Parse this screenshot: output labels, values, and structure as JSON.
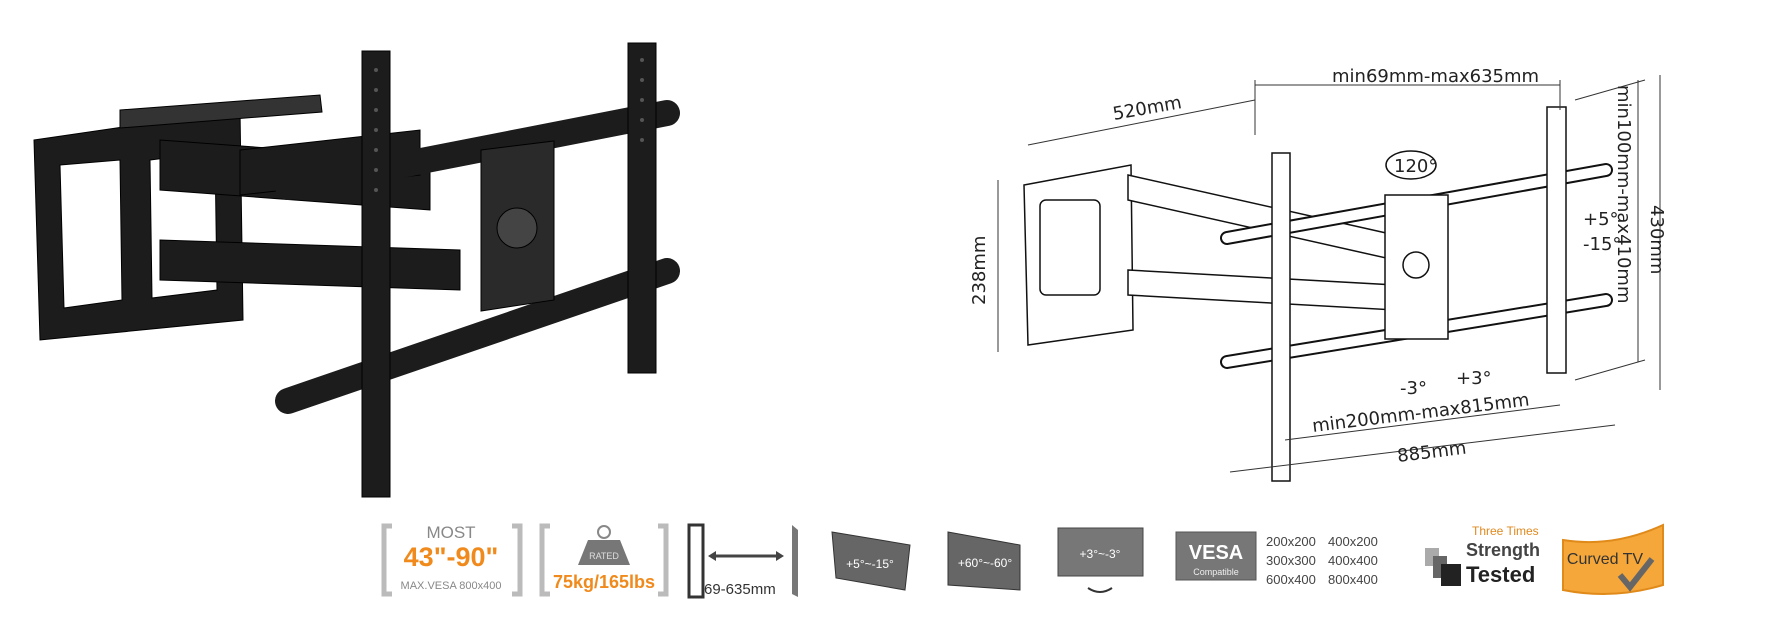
{
  "diagram": {
    "offset_range": "min69mm-max635mm",
    "arm_length": "520mm",
    "wall_plate_height": "238mm",
    "rail_height": "430mm",
    "rail_vesa_range": "min100mm-max410mm",
    "swivel_angle": "120°",
    "tilt_up": "+5°",
    "tilt_down": "-15°",
    "level_minus": "-3°",
    "level_plus": "+3°",
    "bar_vesa_range": "min200mm-max815mm",
    "bar_width": "885mm"
  },
  "features": {
    "screen_size": {
      "top": "MOST",
      "range": "43\"-90\"",
      "bottom": "MAX.VESA 800x400"
    },
    "load": {
      "badge": "RATED",
      "value": "75kg/165lbs"
    },
    "extension": {
      "label": "69-635mm"
    },
    "tilt": {
      "label": "+5°~-15°"
    },
    "swivel": {
      "label": "+60°~-60°"
    },
    "rotation": {
      "label": "+3°~-3°"
    },
    "vesa": {
      "logo": "VESA",
      "sub": "Compatible",
      "sizes": [
        "200x200",
        "400x200",
        "300x300",
        "400x400",
        "600x400",
        "800x400"
      ]
    },
    "strength": {
      "line1": "Three Times",
      "line2": "Strength",
      "line3": "Tested"
    },
    "curved": {
      "label": "Curved TV"
    }
  },
  "colors": {
    "accent": "#f08a1c",
    "photo": "#1c1c1c",
    "gray": "#8a8a8a"
  }
}
